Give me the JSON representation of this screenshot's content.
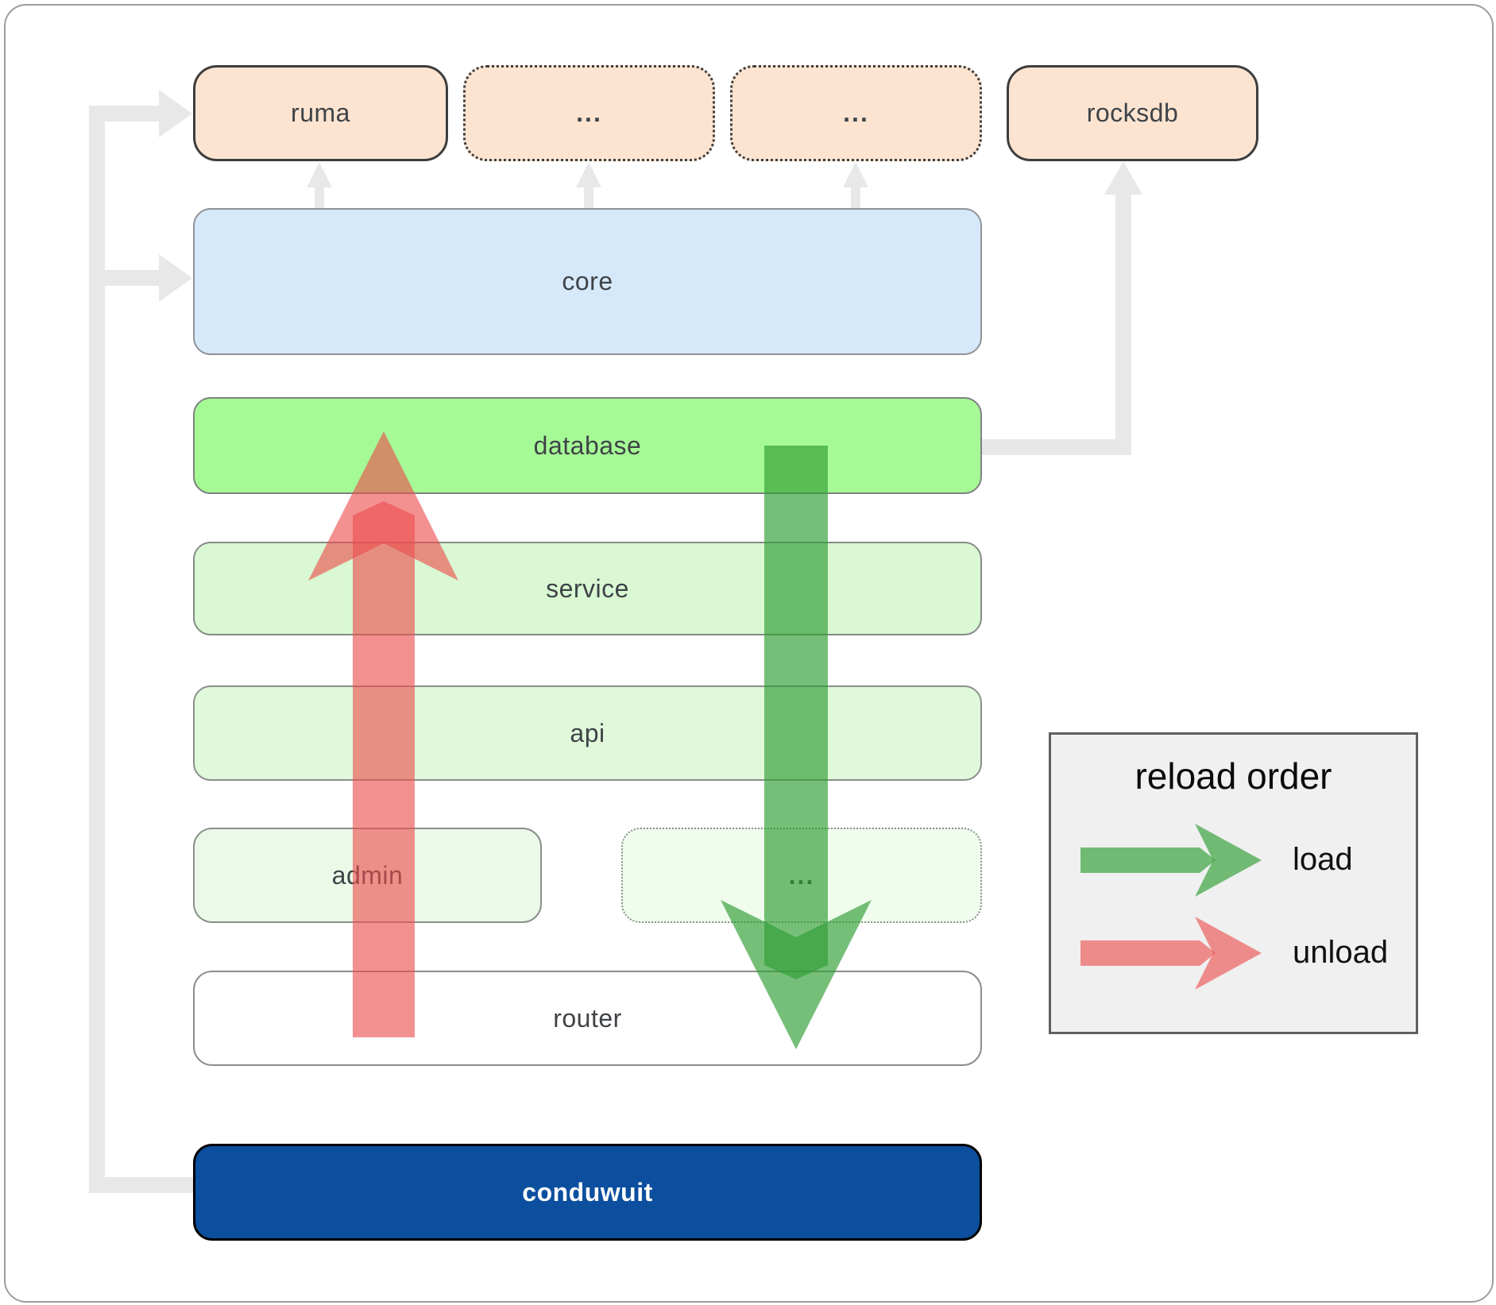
{
  "diagram": {
    "top_row": [
      {
        "id": "ruma",
        "label": "ruma",
        "border": "solid"
      },
      {
        "id": "ellipsis-1",
        "label": "...",
        "border": "dotted"
      },
      {
        "id": "ellipsis-2",
        "label": "...",
        "border": "dotted"
      },
      {
        "id": "rocksdb",
        "label": "rocksdb",
        "border": "solid"
      }
    ],
    "layers": {
      "core": "core",
      "database": "database",
      "service": "service",
      "api": "api",
      "admin": "admin",
      "admin_row_ellipsis": "...",
      "router": "router",
      "conduwuit": "conduwuit"
    }
  },
  "legend": {
    "title": "reload order",
    "load_label": "load",
    "unload_label": "unload"
  },
  "colors": {
    "load_arrow": "#2f9e33",
    "unload_arrow": "#ec4d4d",
    "connector_gray": "#e8e8e8",
    "crate_box_fill": "#fce4d1",
    "core_fill": "#d6e9fb",
    "database_fill": "#a6fa96",
    "service_fill": "#d9f8d3",
    "api_fill": "#e0f9db",
    "admin_fill": "#ebfae8",
    "router_fill": "#ffffff",
    "conduwuit_fill": "#0b4f9e",
    "legend_fill": "#f0f0f0"
  }
}
